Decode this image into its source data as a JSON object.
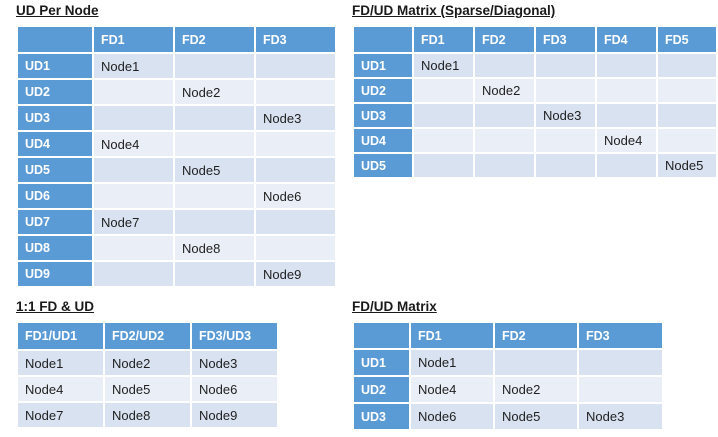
{
  "colors": {
    "header_blue": "#5b9bd5",
    "band_dark": "#d9e2f1",
    "band_light": "#eaeff7",
    "grid_line": "#ffffff",
    "header_text": "#ffffff",
    "body_text": "#1f1f1f",
    "page_background": "#ffffff"
  },
  "tables": [
    {
      "id": "ud-per-node",
      "title": "UD Per Node",
      "columns": [
        "",
        "FD1",
        "FD2",
        "FD3"
      ],
      "rows": [
        {
          "header": "UD1",
          "cells": [
            "Node1",
            "",
            ""
          ]
        },
        {
          "header": "UD2",
          "cells": [
            "",
            "Node2",
            ""
          ]
        },
        {
          "header": "UD3",
          "cells": [
            "",
            "",
            "Node3"
          ]
        },
        {
          "header": "UD4",
          "cells": [
            "Node4",
            "",
            ""
          ]
        },
        {
          "header": "UD5",
          "cells": [
            "",
            "Node5",
            ""
          ]
        },
        {
          "header": "UD6",
          "cells": [
            "",
            "",
            "Node6"
          ]
        },
        {
          "header": "UD7",
          "cells": [
            "Node7",
            "",
            ""
          ]
        },
        {
          "header": "UD8",
          "cells": [
            "",
            "Node8",
            ""
          ]
        },
        {
          "header": "UD9",
          "cells": [
            "",
            "",
            "Node9"
          ]
        }
      ]
    },
    {
      "id": "fdud-matrix-sparse",
      "title": "FD/UD Matrix (Sparse/Diagonal)",
      "columns": [
        "",
        "FD1",
        "FD2",
        "FD3",
        "FD4",
        "FD5"
      ],
      "rows": [
        {
          "header": "UD1",
          "cells": [
            "Node1",
            "",
            "",
            "",
            ""
          ]
        },
        {
          "header": "UD2",
          "cells": [
            "",
            "Node2",
            "",
            "",
            ""
          ]
        },
        {
          "header": "UD3",
          "cells": [
            "",
            "",
            "Node3",
            "",
            ""
          ]
        },
        {
          "header": "UD4",
          "cells": [
            "",
            "",
            "",
            "Node4",
            ""
          ]
        },
        {
          "header": "UD5",
          "cells": [
            "",
            "",
            "",
            "",
            "Node5"
          ]
        }
      ]
    },
    {
      "id": "one-to-one-fd-ud",
      "title": "1:1 FD & UD",
      "columns": [
        "FD1/UD1",
        "FD2/UD2",
        "FD3/UD3"
      ],
      "rows": [
        {
          "cells": [
            "Node1",
            "Node2",
            "Node3"
          ]
        },
        {
          "cells": [
            "Node4",
            "Node5",
            "Node6"
          ]
        },
        {
          "cells": [
            "Node7",
            "Node8",
            "Node9"
          ]
        }
      ]
    },
    {
      "id": "fdud-matrix",
      "title": "FD/UD Matrix",
      "columns": [
        "",
        "FD1",
        "FD2",
        "FD3"
      ],
      "rows": [
        {
          "header": "UD1",
          "cells": [
            "Node1",
            "",
            ""
          ]
        },
        {
          "header": "UD2",
          "cells": [
            "Node4",
            "Node2",
            ""
          ]
        },
        {
          "header": "UD3",
          "cells": [
            "Node6",
            "Node5",
            "Node3"
          ]
        }
      ]
    }
  ]
}
